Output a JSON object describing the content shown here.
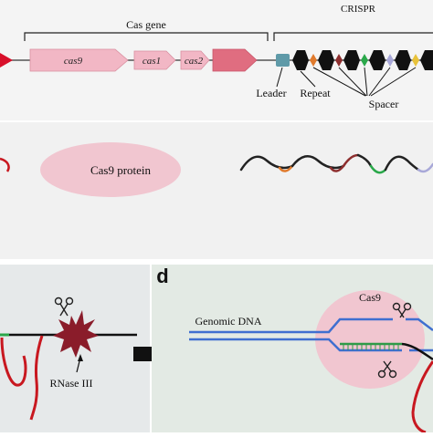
{
  "panel_top": {
    "cas_gene_label": "Cas gene",
    "crispr_label": "CRISPR",
    "genes": [
      "cas9",
      "cas1",
      "cas2"
    ],
    "leader_label": "Leader",
    "repeat_label": "Repeat",
    "spacer_label": "Spacer",
    "spacer_colors": [
      "#5f9aa8",
      "#e07a2c",
      "#8e2f2f",
      "#2aa84a",
      "#9a9ad0",
      "#e8c23a",
      "#9b5fb0",
      "#3fa0c8",
      "#d0407a",
      "#2aa84a",
      "#b0b0b0"
    ]
  },
  "panel_middle": {
    "protein_label": "Cas9 protein"
  },
  "panel_bottom": {
    "panel_letter": "d",
    "rnase_label": "RNase III",
    "genomic_dna_label": "Genomic DNA",
    "cas9_label": "Cas9"
  },
  "colors": {
    "top_bg": "#f4f4f4",
    "middle_bg": "#f1f1f1",
    "bottom_left_bg": "#e6e9ea",
    "bottom_right_bg": "#e3eae4",
    "gene_fill": "#f2b7c5",
    "gene_dark": "#e06d80",
    "blue_dna": "#3f6fd0",
    "red_rna": "#c81820",
    "green_guide": "#2f9a48",
    "rnase_star": "#8a1c2a",
    "cas9_blob": "#f1c6d0"
  }
}
